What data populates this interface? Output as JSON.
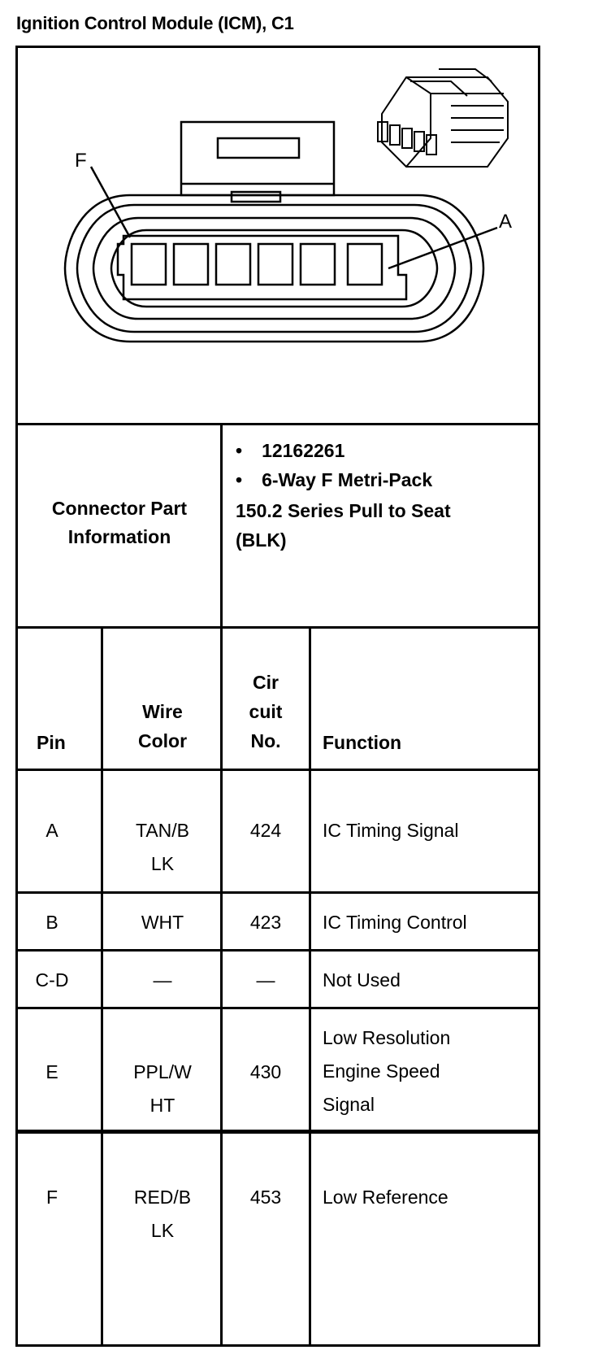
{
  "title": "Ignition Control Module (ICM), C1",
  "diagram": {
    "label_f": "F",
    "label_a": "A"
  },
  "connector_info": {
    "label_line1": "Connector Part",
    "label_line2": "Information",
    "bullet_part": "12162261",
    "bullet_desc_line1": "6-Way F Metri-Pack",
    "desc_line2": "150.2 Series Pull to Seat",
    "desc_line3": "(BLK)"
  },
  "headers": {
    "pin": "Pin",
    "wire_line1": "Wire",
    "wire_line2": "Color",
    "cir_line1": "Cir",
    "cir_line2": "cuit",
    "cir_line3": "No.",
    "function": "Function"
  },
  "rows": [
    {
      "pin": "A",
      "wire1": "TAN/B",
      "wire2": "LK",
      "circuit": "424",
      "func1": "IC Timing Signal",
      "func2": "",
      "func3": ""
    },
    {
      "pin": "B",
      "wire1": "WHT",
      "wire2": "",
      "circuit": "423",
      "func1": "IC Timing Control",
      "func2": "",
      "func3": ""
    },
    {
      "pin": "C-D",
      "wire1": "—",
      "wire2": "",
      "circuit": "—",
      "func1": "Not Used",
      "func2": "",
      "func3": ""
    },
    {
      "pin": "E",
      "wire1": "PPL/W",
      "wire2": "HT",
      "circuit": "430",
      "func1": "Low Resolution",
      "func2": "Engine Speed",
      "func3": "Signal"
    },
    {
      "pin": "F",
      "wire1": "RED/B",
      "wire2": "LK",
      "circuit": "453",
      "func1": "Low Reference",
      "func2": "",
      "func3": ""
    }
  ]
}
